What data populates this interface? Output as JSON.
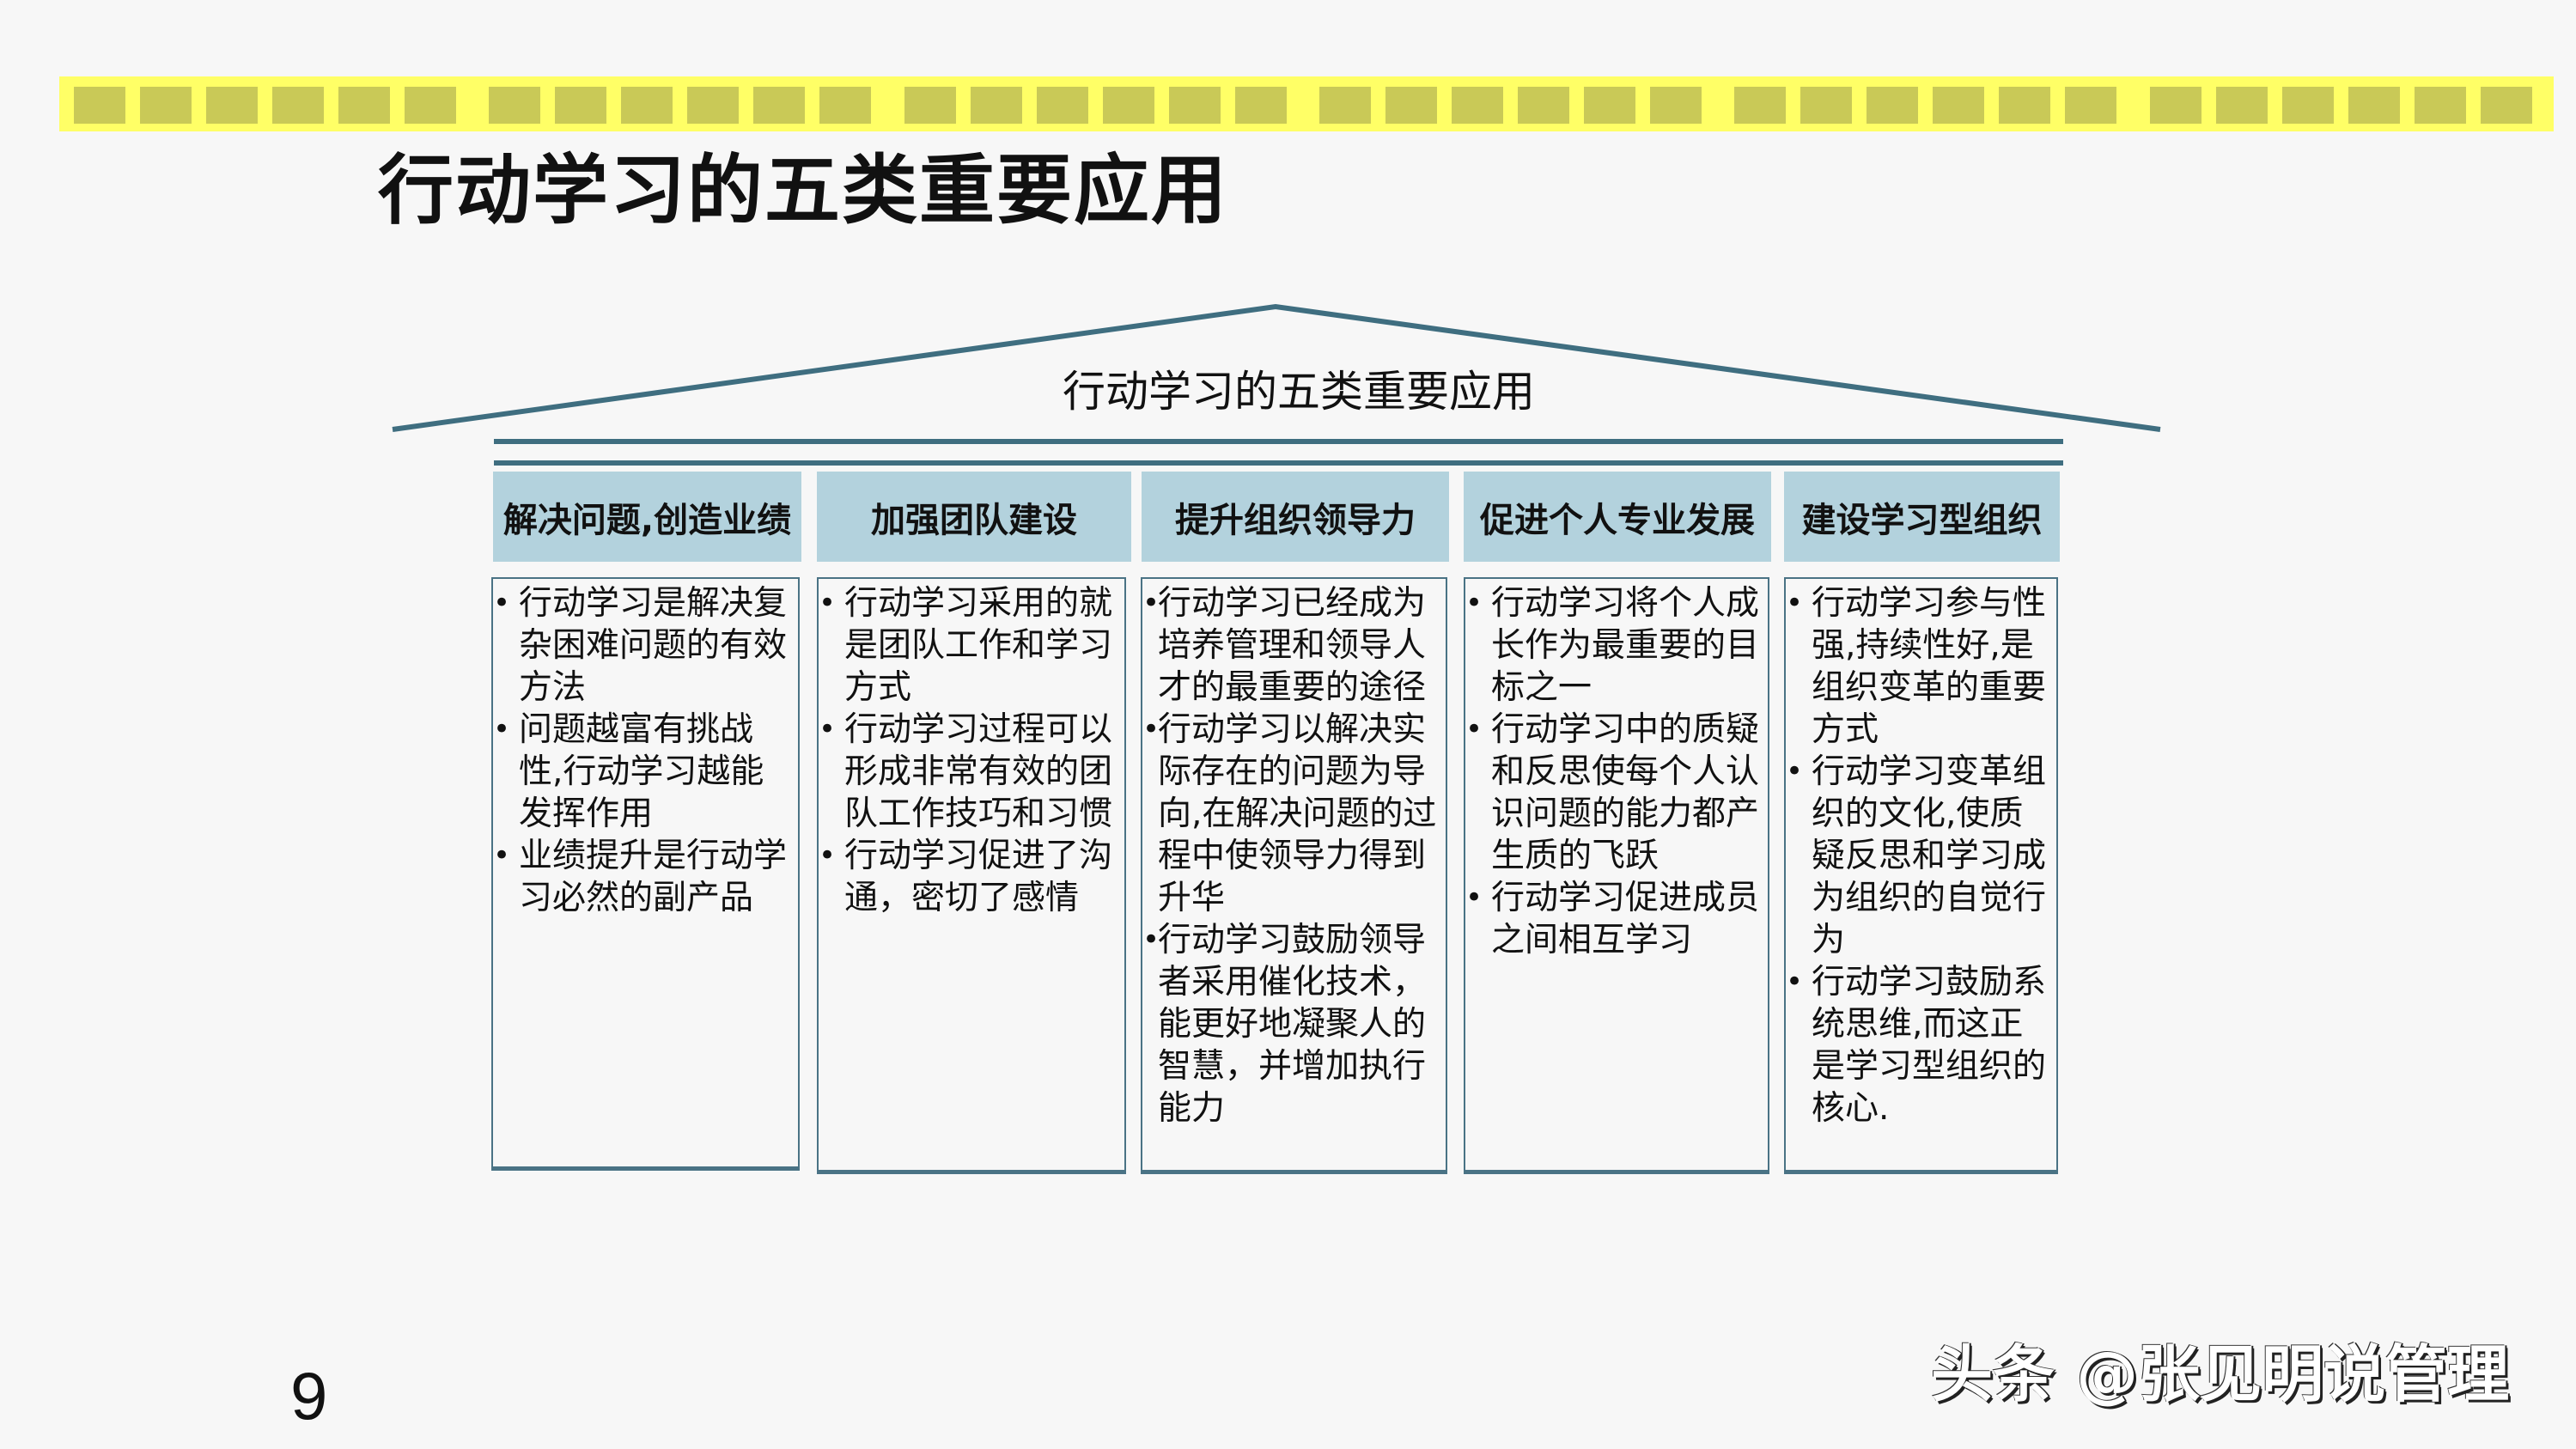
{
  "decor": {
    "top_bar_color": "#ffff66",
    "square_color": "#c9c957",
    "roof_color": "#3f6e80",
    "header_bg": "#b3d2dd"
  },
  "slide": {
    "title": "行动学习的五类重要应用",
    "roof_label": "行动学习的五类重要应用",
    "page_number": "9",
    "watermark": "头条 @张见明说管理"
  },
  "columns": [
    {
      "header": "解决问题,创造业绩",
      "bullets": [
        "行动学习是解决复杂困难问题的有效方法",
        "问题越富有挑战性,行动学习越能发挥作用",
        "业绩提升是行动学习必然的副产品"
      ]
    },
    {
      "header": "加强团队建设",
      "bullets": [
        "行动学习采用的就是团队工作和学习方式",
        "行动学习过程可以形成非常有效的团队工作技巧和习惯",
        "行动学习促进了沟通，密切了感情"
      ]
    },
    {
      "header": "提升组织领导力",
      "bullets": [
        "行动学习已经成为培养管理和领导人才的最重要的途径",
        "行动学习以解决实际存在的问题为导向,在解决问题的过程中使领导力得到升华",
        "行动学习鼓励领导者采用催化技术，能更好地凝聚人的智慧，并增加执行能力"
      ]
    },
    {
      "header": "促进个人专业发展",
      "bullets": [
        "行动学习将个人成长作为最重要的目标之一",
        "行动学习中的质疑和反思使每个人认识问题的能力都产生质的飞跃",
        "行动学习促进成员之间相互学习"
      ]
    },
    {
      "header": "建设学习型组织",
      "bullets": [
        " 行动学习参与性强,持续性好,是组织变革的重要方式",
        "行动学习变革组织的文化,使质疑反思和学习成为组织的自觉行为",
        "行动学习鼓励系统思维,而这正是学习型组织的核心."
      ]
    }
  ]
}
